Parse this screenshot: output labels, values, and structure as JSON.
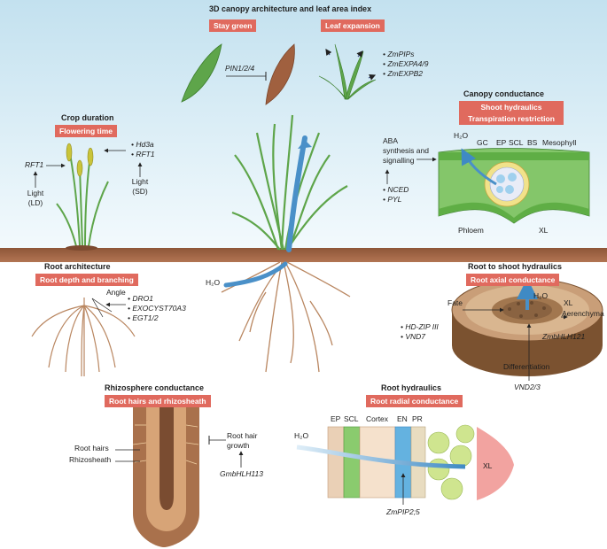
{
  "header": {
    "title": "3D canopy architecture and leaf area index"
  },
  "canopy": {
    "stay_green": "Stay green",
    "leaf_expansion": "Leaf expansion",
    "pin_gene": "PIN1/2/4",
    "genes": [
      "• ZmPIPs",
      "• ZmEXPA4/9",
      "• ZmEXPB2"
    ]
  },
  "crop_duration": {
    "title": "Crop duration",
    "badge": "Flowering time",
    "rft1_left": "RFT1",
    "light_ld": [
      "Light",
      "(LD)"
    ],
    "genes_right": [
      "• Hd3a",
      "• RFT1"
    ],
    "light_sd": [
      "Light",
      "(SD)"
    ]
  },
  "canopy_conductance": {
    "title": "Canopy conductance",
    "badges": [
      "Shoot hydraulics",
      "Transpiration restriction"
    ],
    "aba": [
      "ABA",
      "synthesis and",
      "signalling"
    ],
    "genes": [
      "• NCED",
      "• PYL"
    ],
    "h2o": "H₂O",
    "labels": {
      "gc": "GC",
      "ep": "EP",
      "scl": "SCL",
      "bs": "BS",
      "mesophyll": "Mesophyll",
      "phloem": "Phloem",
      "xl": "XL"
    }
  },
  "center": {
    "h2o": "H₂O"
  },
  "root_architecture": {
    "title": "Root architecture",
    "badge": "Root depth and branching",
    "angle": "Angle",
    "genes": [
      "• DRO1",
      "• EXOCYST70A3",
      "• EGT1/2"
    ]
  },
  "root_to_shoot": {
    "title": "Root to shoot hydraulics",
    "badge": "Root axial conductance",
    "h2o": "H₂O",
    "xl": "XL",
    "aerenchyma": "Aerenchyma",
    "fate": "Fate",
    "genes_left": [
      "• HD-ZIP III",
      "• VND7"
    ],
    "zmbhlh": "ZmbHLH121",
    "differentiation": "Differentiation",
    "vnd": "VND2/3"
  },
  "rhizosphere": {
    "title": "Rhizosphere conductance",
    "badge": "Root hairs and rhizosheath",
    "root_hairs": "Root hairs",
    "rhizosheath": "Rhizosheath",
    "growth": [
      "Root hair",
      "growth"
    ],
    "gene": "GmbHLH113"
  },
  "root_hydraulics": {
    "title": "Root hydraulics",
    "badge": "Root radial conductance",
    "h2o": "H₂O",
    "ep": "EP",
    "scl": "SCL",
    "cortex": "Cortex",
    "en": "EN",
    "pr": "PR",
    "xl": "XL",
    "gene": "ZmPIP2;5"
  },
  "colors": {
    "sky_top": "#c8e4f0",
    "sky_bottom": "#f2f9fc",
    "soil": "#9a5f42",
    "badge": "#e06a5e",
    "leaf": "#5fa84a",
    "water": "#4a90c8"
  }
}
